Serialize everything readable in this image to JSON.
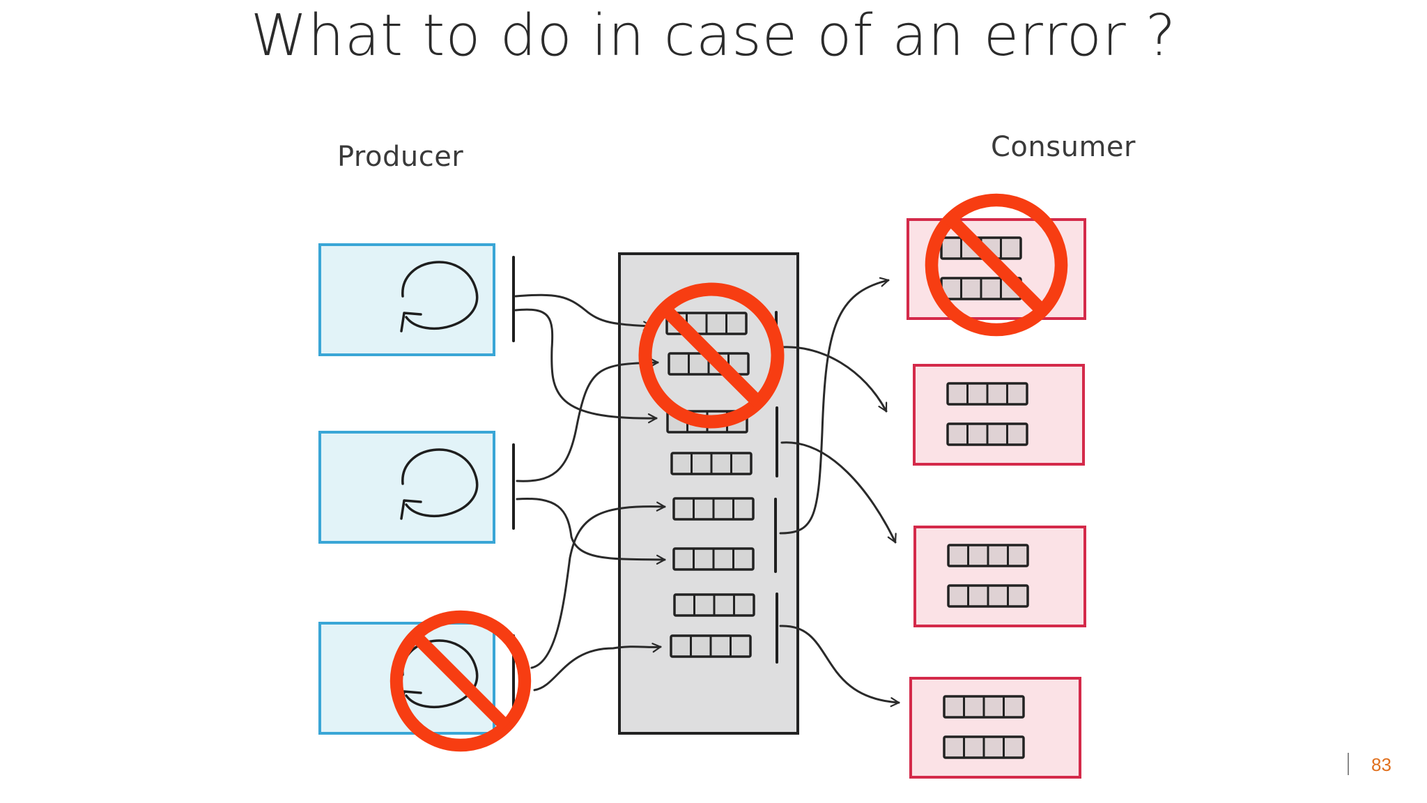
{
  "slide": {
    "title": "What to do in case of an error ?",
    "page_number": "83",
    "page_number_color": "#e0701e"
  },
  "producers": {
    "label": "Producer",
    "count": 3,
    "failed_index": 2,
    "fill": "#e2f3f8",
    "stroke": "#3aa6d6"
  },
  "broker": {
    "partition_count": 8,
    "failed_partitions": [
      0,
      1
    ],
    "fill": "#dededf",
    "stroke": "#222222",
    "record_fill": "#d6d6d6"
  },
  "consumers": {
    "label": "Consumer",
    "count": 4,
    "failed_index": 0,
    "fill": "#fbe2e6",
    "stroke": "#d42a4a",
    "record_fill": "#dfd2d4"
  },
  "error_symbol": {
    "icon": "prohibited-icon",
    "color": "#f73d12"
  }
}
